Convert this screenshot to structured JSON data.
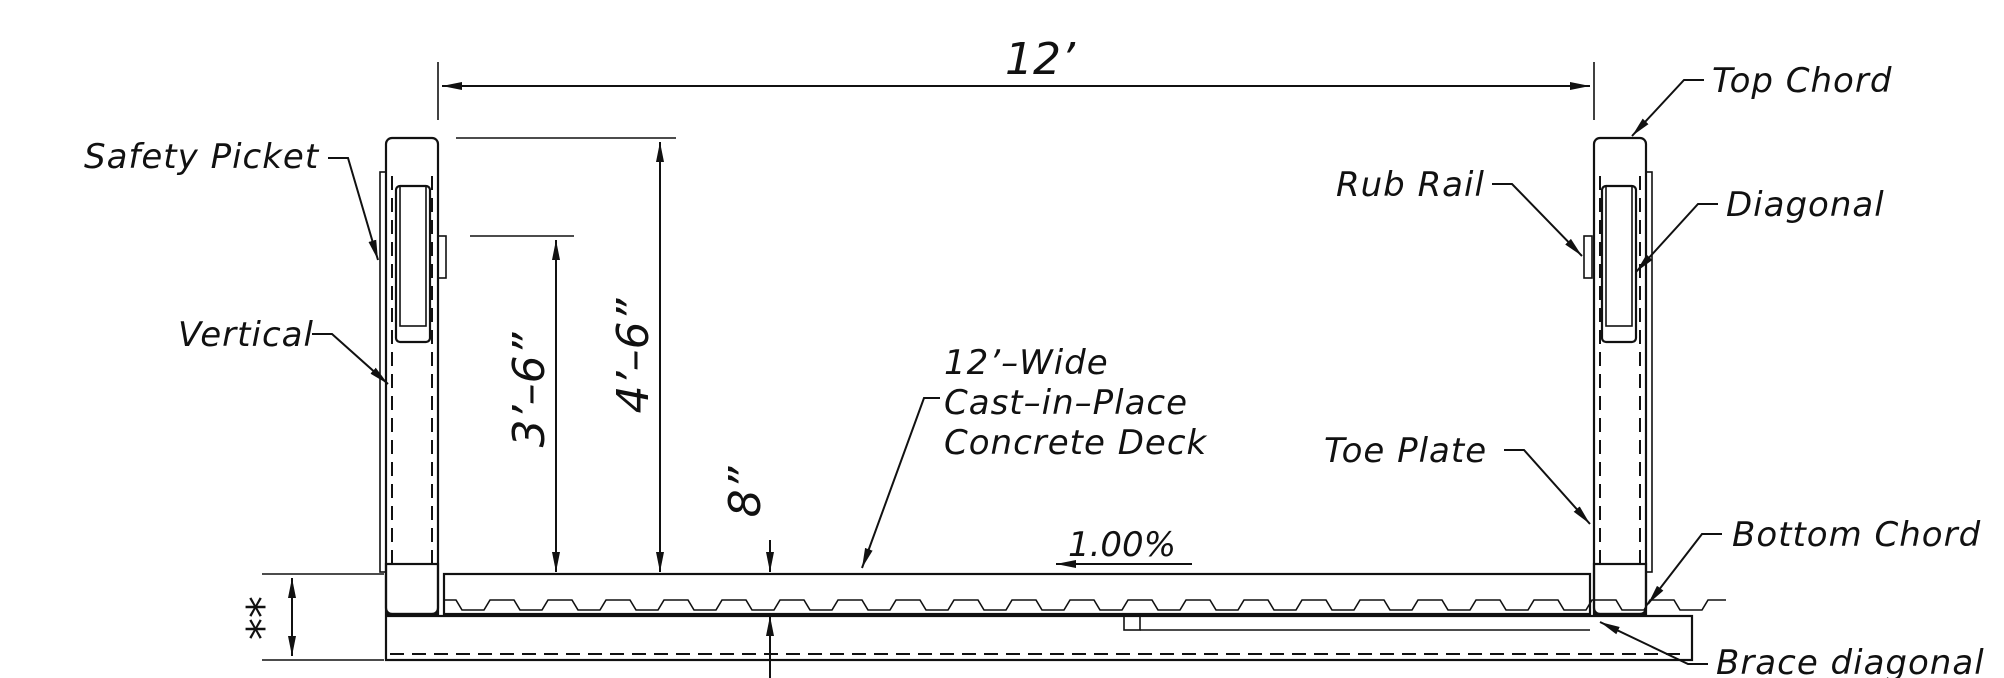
{
  "drawing": {
    "callouts": {
      "top_chord": "Top Chord",
      "safety_picket": "Safety Picket",
      "rub_rail": "Rub Rail",
      "diagonal": "Diagonal",
      "vertical": "Vertical",
      "toe_plate": "Toe Plate",
      "bottom_chord": "Bottom Chord",
      "brace_diagonal": "Brace diagonal"
    },
    "deck_note": [
      "12’–Wide",
      "Cast–in–Place",
      "Concrete Deck"
    ],
    "dimensions": {
      "span": "12’",
      "rail_height_outer": "4’–6”",
      "rail_height_inner": "3’–6”",
      "deck_thickness": "8”",
      "chord_depth": "**"
    },
    "cross_slope": "1.00%"
  }
}
